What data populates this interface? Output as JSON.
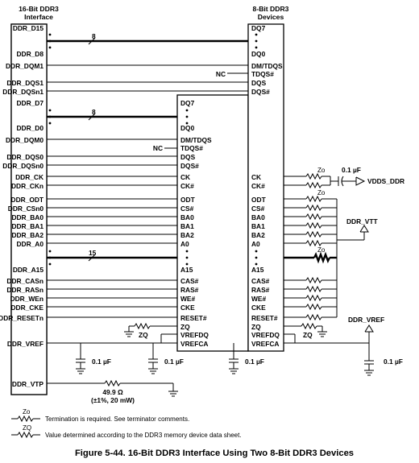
{
  "controller": {
    "title_line1": "16-Bit DDR3",
    "title_line2": "Interface",
    "pins": [
      "DDR_D15",
      "DDR_D8",
      "DDR_DQM1",
      "DDR_DQS1",
      "DDR_DQSn1",
      "DDR_D7",
      "DDR_D0",
      "DDR_DQM0",
      "DDR_DQS0",
      "DDR_DQSn0",
      "DDR_CK",
      "DDR_CKn",
      "DDR_ODT",
      "DDR_CSn0",
      "DDR_BA0",
      "DDR_BA1",
      "DDR_BA2",
      "DDR_A0",
      "DDR_A15",
      "DDR_CASn",
      "DDR_RASn",
      "DDR_WEn",
      "DDR_CKE",
      "DDR_RESETn",
      "DDR_VREF",
      "DDR_VTP"
    ]
  },
  "devices": {
    "title_line1": "8-Bit DDR3",
    "title_line2": "Devices",
    "upper_pins": [
      "DQ7",
      "DQ0",
      "DM/TDQS",
      "TDQS#",
      "DQS",
      "DQS#",
      "CK",
      "CK#",
      "ODT",
      "CS#",
      "BA0",
      "BA1",
      "BA2",
      "A0",
      "A15",
      "CAS#",
      "RAS#",
      "WE#",
      "CKE",
      "RESET#",
      "ZQ",
      "VREFDQ",
      "VREFCA"
    ],
    "lower_pins": [
      "DQ7",
      "DQ0",
      "DM/TDQS",
      "TDQS#",
      "DQS",
      "DQS#",
      "CK",
      "CK#",
      "ODT",
      "CS#",
      "BA0",
      "BA1",
      "BA2",
      "A0",
      "A15",
      "CAS#",
      "RAS#",
      "WE#",
      "CKE",
      "RESET#",
      "ZQ",
      "VREFDQ",
      "VREFCA"
    ]
  },
  "labels": {
    "bus8_top": "8",
    "bus8_mid": "8",
    "bus15": "15",
    "nc1": "NC",
    "nc2": "NC",
    "zo": "Zo",
    "zq": "ZQ",
    "cap_val": "0.1 µF",
    "vdds_ddr": "VDDS_DDR",
    "ddr_vtt": "DDR_VTT",
    "ddr_vref": "DDR_VREF",
    "vtp_res_line1": "49.9 Ω",
    "vtp_res_line2": "(±1%, 20 mW)"
  },
  "legend": {
    "zo_symbol": "Zo",
    "zo_text": "Termination is required. See terminator comments.",
    "zq_symbol": "ZQ",
    "zq_text": "Value determined according to the DDR3 memory device data sheet."
  },
  "caption": "Figure 5-44. 16-Bit DDR3 Interface Using Two 8-Bit DDR3 Devices"
}
